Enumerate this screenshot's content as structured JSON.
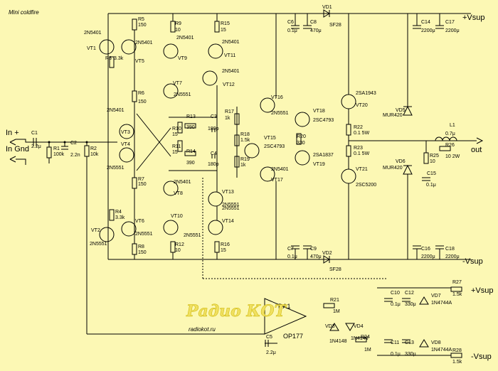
{
  "title": "Mini coldfire",
  "watermark": {
    "logo": "Радио КОТ",
    "site": "radiokot.ru"
  },
  "ports": {
    "in_plus": "In +",
    "in_gnd": "In Gnd",
    "out": "out",
    "vsup_pos": "+Vsup",
    "vsup_neg": "-Vsup",
    "vsup_pos2": "+Vsup",
    "vsup_neg2": "-Vsup"
  },
  "transistors": [
    {
      "ref": "VT1",
      "part": "2N5401"
    },
    {
      "ref": "VT5",
      "part": "2N5401"
    },
    {
      "ref": "VT9",
      "part": "2N5401"
    },
    {
      "ref": "VT11",
      "part": "2N5401"
    },
    {
      "ref": "VT12",
      "part": "2N5401"
    },
    {
      "ref": "VT7",
      "part": "2N5551"
    },
    {
      "ref": "VT3",
      "part": "2N5401"
    },
    {
      "ref": "VT4",
      "part": "2N5551"
    },
    {
      "ref": "VT8",
      "part": "2N5401"
    },
    {
      "ref": "VT13",
      "part": "2N5551"
    },
    {
      "ref": "VT10",
      "part": "2N5551"
    },
    {
      "ref": "VT14",
      "part": "2N5551"
    },
    {
      "ref": "VT2",
      "part": "2N5551"
    },
    {
      "ref": "VT6",
      "part": "2N5551"
    },
    {
      "ref": "VT16",
      "part": "2N5551"
    },
    {
      "ref": "VT15",
      "part": "2SC4793"
    },
    {
      "ref": "VT17",
      "part": "2N5401"
    },
    {
      "ref": "VT18",
      "part": "2SC4793"
    },
    {
      "ref": "VT19",
      "part": "2SA1837"
    },
    {
      "ref": "VT20",
      "part": "2SA1943"
    },
    {
      "ref": "VT21",
      "part": "2SC5200"
    }
  ],
  "resistors": [
    {
      "ref": "R5",
      "value": "150"
    },
    {
      "ref": "R3",
      "value": "3.3k"
    },
    {
      "ref": "R9",
      "value": "10"
    },
    {
      "ref": "R15",
      "value": "15"
    },
    {
      "ref": "R6",
      "value": "150"
    },
    {
      "ref": "R13",
      "value": "390"
    },
    {
      "ref": "R10",
      "value": "15"
    },
    {
      "ref": "R11",
      "value": "15"
    },
    {
      "ref": "R14",
      "value": "390"
    },
    {
      "ref": "R17",
      "value": "1k"
    },
    {
      "ref": "R18",
      "value": "1.5k"
    },
    {
      "ref": "R19",
      "value": "1k"
    },
    {
      "ref": "R20",
      "value": "330"
    },
    {
      "ref": "R22",
      "value": "0.1 5W"
    },
    {
      "ref": "R23",
      "value": "0.1 5W"
    },
    {
      "ref": "R25",
      "value": "10"
    },
    {
      "ref": "R26",
      "value": "10 2W"
    },
    {
      "ref": "R1",
      "value": "100k"
    },
    {
      "ref": "R2",
      "value": "10k"
    },
    {
      "ref": "R7",
      "value": "150"
    },
    {
      "ref": "R4",
      "value": "3.3k"
    },
    {
      "ref": "R8",
      "value": "150"
    },
    {
      "ref": "R12",
      "value": "10"
    },
    {
      "ref": "R16",
      "value": "15"
    },
    {
      "ref": "R21",
      "value": "1M"
    },
    {
      "ref": "R24",
      "value": "1M"
    },
    {
      "ref": "R27",
      "value": "1.5k"
    },
    {
      "ref": "R28",
      "value": "1.5k"
    }
  ],
  "capacitors": [
    {
      "ref": "C6",
      "value": "0.1μ"
    },
    {
      "ref": "C8",
      "value": "470μ"
    },
    {
      "ref": "C14",
      "value": "2200μ"
    },
    {
      "ref": "C17",
      "value": "2200μ"
    },
    {
      "ref": "C1",
      "value": "2.2μ"
    },
    {
      "ref": "C2",
      "value": "2.2n"
    },
    {
      "ref": "C3",
      "value": "180p"
    },
    {
      "ref": "C4",
      "value": "180p"
    },
    {
      "ref": "C15",
      "value": "0.1μ"
    },
    {
      "ref": "C7",
      "value": "0.1μ"
    },
    {
      "ref": "C9",
      "value": "470μ"
    },
    {
      "ref": "C16",
      "value": "2200μ"
    },
    {
      "ref": "C18",
      "value": "2200μ"
    },
    {
      "ref": "C10",
      "value": "0.1μ"
    },
    {
      "ref": "C12",
      "value": "330μ"
    },
    {
      "ref": "C11",
      "value": "0.1μ"
    },
    {
      "ref": "C13",
      "value": "330μ"
    },
    {
      "ref": "C5",
      "value": "2.2μ"
    }
  ],
  "diodes": [
    {
      "ref": "VD1",
      "part": "SF28"
    },
    {
      "ref": "VD2",
      "part": "SF28"
    },
    {
      "ref": "VD5",
      "part": "MUR420"
    },
    {
      "ref": "VD6",
      "part": "MUR420"
    },
    {
      "ref": "VD3",
      "part": "1N4148"
    },
    {
      "ref": "VD4",
      "part": "1N4148"
    },
    {
      "ref": "VD7",
      "part": "1N4744A"
    },
    {
      "ref": "VD8",
      "part": "1N4744A"
    }
  ],
  "inductor": {
    "ref": "L1",
    "value": "0.7μ"
  },
  "opamp": {
    "ref": "DA1",
    "part": "OP177"
  }
}
